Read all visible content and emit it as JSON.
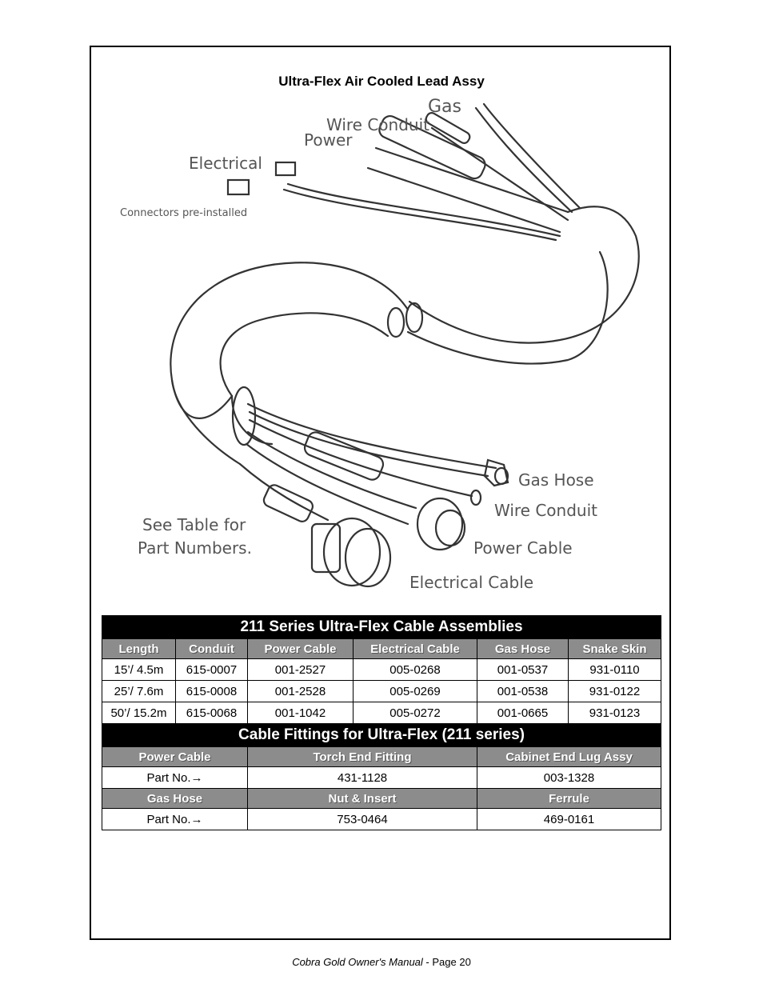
{
  "figure": {
    "title": "Ultra-Flex Air Cooled Lead Assy",
    "labels": {
      "gas": "Gas",
      "wire_conduit_top": "Wire Conduit",
      "power": "Power",
      "electrical": "Electrical",
      "connectors": "Connectors pre-installed",
      "gas_hose": "Gas Hose",
      "wire_conduit_bottom": "Wire Conduit",
      "power_cable": "Power Cable",
      "electrical_cable": "Electrical Cable",
      "see_table_1": "See Table for",
      "see_table_2": "Part Numbers."
    }
  },
  "assemblies": {
    "title": "211 Series Ultra-Flex Cable Assemblies",
    "headers": [
      "Length",
      "Conduit",
      "Power Cable",
      "Electrical Cable",
      "Gas Hose",
      "Snake Skin"
    ],
    "rows": [
      [
        "15’/ 4.5m",
        "615-0007",
        "001-2527",
        "005-0268",
        "001-0537",
        "931-0110"
      ],
      [
        "25’/ 7.6m",
        "615-0008",
        "001-2528",
        "005-0269",
        "001-0538",
        "931-0122"
      ],
      [
        "50’/ 15.2m",
        "615-0068",
        "001-1042",
        "005-0272",
        "001-0665",
        "931-0123"
      ]
    ]
  },
  "fittings": {
    "title": "Cable Fittings for Ultra-Flex (211 series)",
    "power_headers": [
      "Power Cable",
      "Torch End Fitting",
      "Cabinet End Lug Assy"
    ],
    "power_row": [
      "Part No.→",
      "431-1128",
      "003-1328"
    ],
    "gas_headers": [
      "Gas Hose",
      "Nut & Insert",
      "Ferrule"
    ],
    "gas_row": [
      "Part No.→",
      "753-0464",
      "469-0161"
    ]
  },
  "footer": {
    "manual": "Cobra Gold Owner's Manual",
    "page": " - Page 20"
  }
}
